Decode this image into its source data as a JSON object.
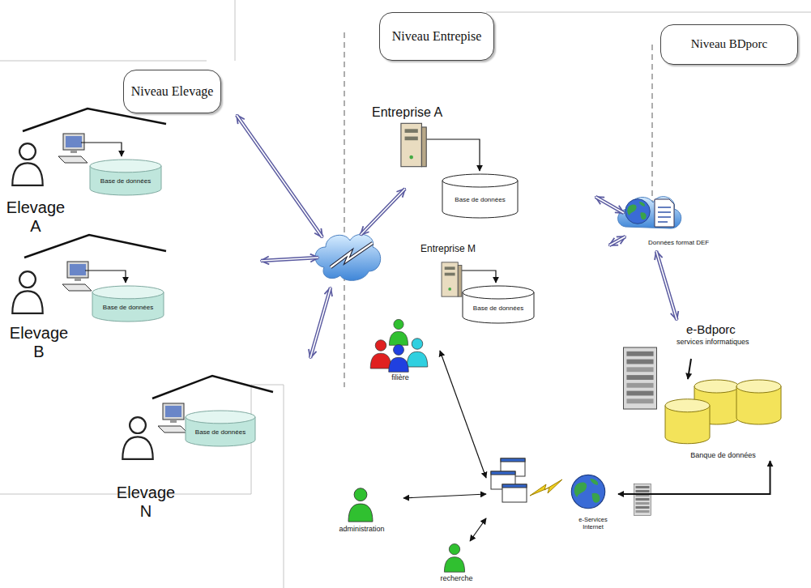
{
  "diagram": {
    "nodes": [
      {
        "text": [
          "Niveau Elevage"
        ]
      },
      {
        "text": [
          "Niveau Entrepise"
        ]
      },
      {
        "text": [
          "Niveau BDporc"
        ]
      },
      {
        "text": [
          "Elevage A"
        ]
      },
      {
        "text": [
          "Base de données"
        ],
        "in": 3
      },
      {
        "text": [
          "Elevage B"
        ]
      },
      {
        "text": [
          "Base de données"
        ],
        "in": 5
      },
      {
        "text": [
          "Elevage N"
        ]
      },
      {
        "text": [
          "Base de données"
        ],
        "in": 7
      },
      {
        "text": [
          "Entreprise A"
        ]
      },
      {
        "text": [
          "Base de données"
        ],
        "in": 9
      },
      {
        "text": [
          "Entreprise M"
        ]
      },
      {
        "text": [
          "Base de données"
        ],
        "in": 11
      },
      {
        "text": [
          "Données format DEF"
        ]
      },
      {
        "text": [
          "e-Bdporc",
          "services informatiques"
        ]
      },
      {
        "text": [
          "Banque de données"
        ]
      },
      {
        "text": [
          "filière"
        ]
      },
      {
        "text": [
          "administration"
        ]
      },
      {
        "text": [
          "e-Services Internet"
        ]
      },
      {
        "text": [
          "recherche"
        ]
      }
    ],
    "edges": [
      {
        "from": 13,
        "to": 14,
        "arrow": "both"
      },
      {
        "from": 14,
        "to": 15,
        "arrow": "to"
      },
      {
        "from": 16,
        "to": 18,
        "arrow": "both"
      },
      {
        "from": 17,
        "to": 18,
        "arrow": "both"
      },
      {
        "from": 19,
        "to": 18,
        "arrow": "both"
      },
      {
        "from": 18,
        "to": 15,
        "arrow": "both"
      }
    ]
  }
}
